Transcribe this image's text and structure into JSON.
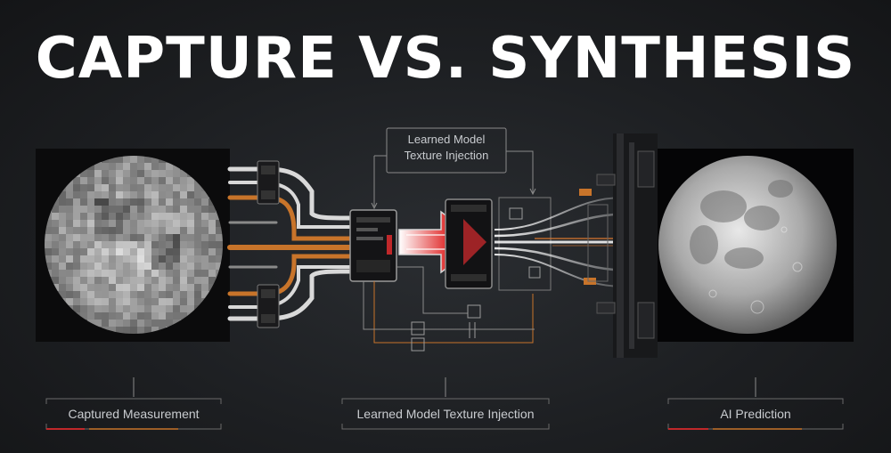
{
  "title": "CAPTURE VS. SYNTHESIS",
  "diagram": {
    "input_label": "Captured Measurement",
    "process_label": "Learned Model Texture Injection",
    "process_top_label_line1": "Learned Model",
    "process_top_label_line2": "Texture Injection",
    "output_label": "AI Prediction"
  },
  "colors": {
    "background": "#1d1f22",
    "accent_orange": "#c8742a",
    "accent_red": "#c0282a",
    "wire_white": "#e6e6e6",
    "text": "#c9ccd0"
  },
  "icons": [
    "pixelated-moon-image",
    "chip-icon",
    "arrow-icon",
    "realistic-moon-image"
  ]
}
